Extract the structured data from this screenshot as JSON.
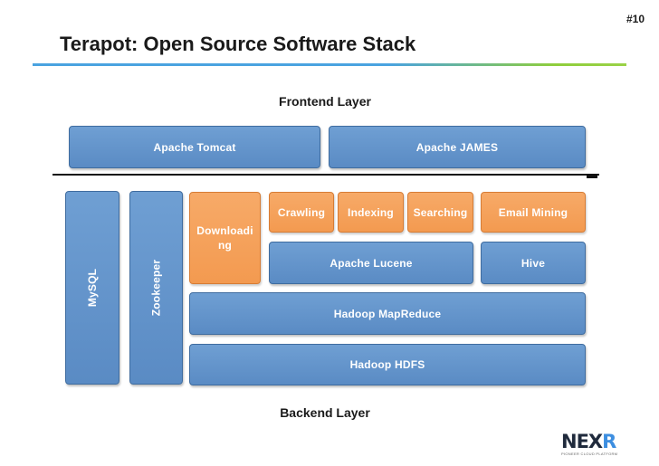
{
  "slide_number": "#10",
  "title": "Terapot: Open Source Software Stack",
  "frontend_label": "Frontend Layer",
  "backend_label": "Backend Layer",
  "boxes": {
    "tomcat": "Apache Tomcat",
    "james": "Apache JAMES",
    "mysql": "MySQL",
    "zookeeper": "Zookeeper",
    "downloading": "Downloadi ng",
    "crawling": "Crawling",
    "indexing": "Indexing",
    "searching": "Searching",
    "email_mining": "Email Mining",
    "lucene": "Apache Lucene",
    "hive": "Hive",
    "mapreduce": "Hadoop MapReduce",
    "hdfs": "Hadoop HDFS"
  },
  "colors": {
    "blue_box": "#5a8bc4",
    "orange_box": "#f39a50",
    "title_rule_start": "#4aa3e0",
    "title_rule_end": "#9ad247"
  },
  "logo": {
    "text_main": "NEX",
    "text_accent": "R",
    "tagline": "PIONEER CLOUD PLATFORM"
  }
}
